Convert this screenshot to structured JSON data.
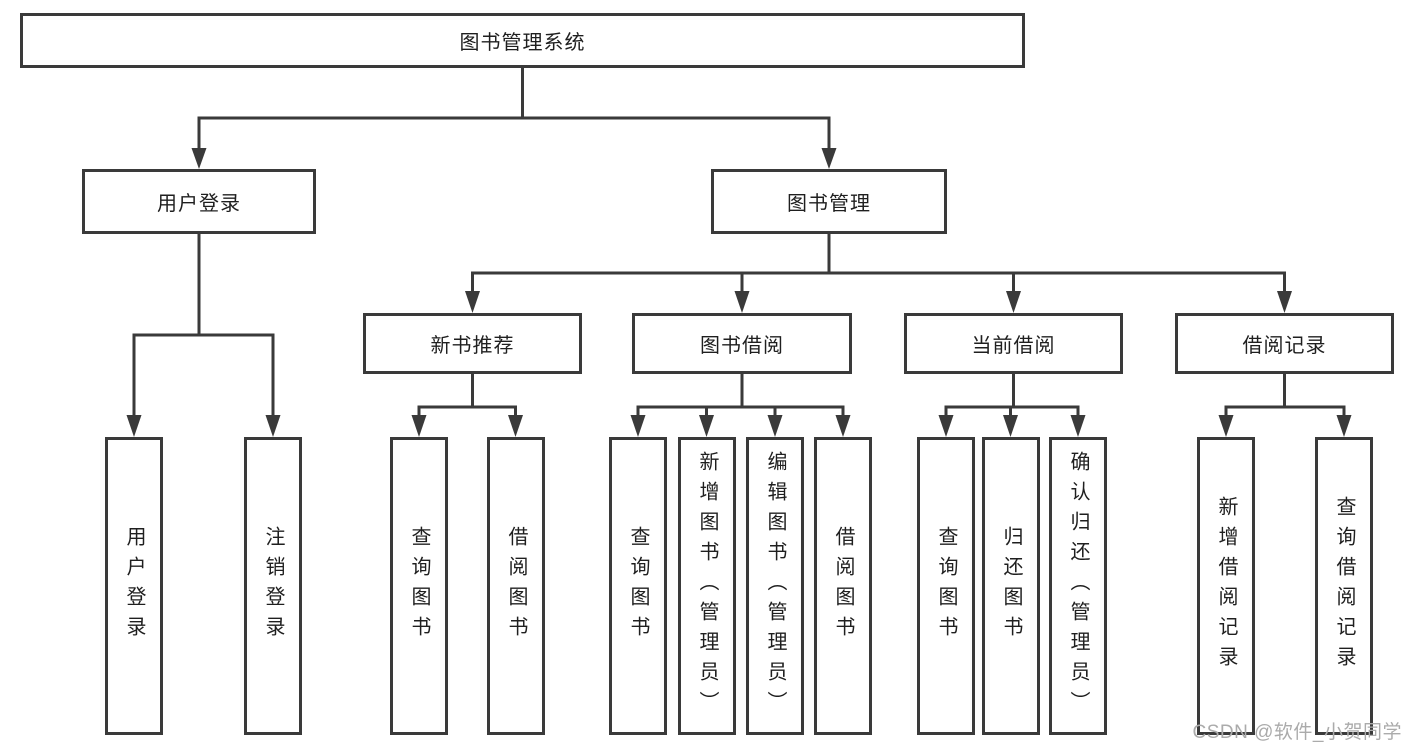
{
  "nodes": {
    "root": "图书管理系统",
    "user_login": "用户登录",
    "book_mgmt": "图书管理",
    "new_book_rec": "新书推荐",
    "book_borrow": "图书借阅",
    "current_borrow": "当前借阅",
    "borrow_record": "借阅记录",
    "leaf_user_login": "用户登录",
    "leaf_logout": "注销登录",
    "leaf_query_book_rec": "查询图书",
    "leaf_borrow_book_rec": "借阅图书",
    "leaf_query_book_borrow": "查询图书",
    "leaf_add_book_admin": "新增图书（管理员）",
    "leaf_edit_book_admin": "编辑图书（管理员）",
    "leaf_borrow_book_borrow": "借阅图书",
    "leaf_query_book_current": "查询图书",
    "leaf_return_book": "归还图书",
    "leaf_confirm_return_admin": "确认归还（管理员）",
    "leaf_add_borrow_record": "新增借阅记录",
    "leaf_query_borrow_record": "查询借阅记录"
  },
  "hierarchy": {
    "图书管理系统": [
      "用户登录",
      "图书管理"
    ],
    "用户登录": [
      "用户登录",
      "注销登录"
    ],
    "图书管理": [
      "新书推荐",
      "图书借阅",
      "当前借阅",
      "借阅记录"
    ],
    "新书推荐": [
      "查询图书",
      "借阅图书"
    ],
    "图书借阅": [
      "查询图书",
      "新增图书（管理员）",
      "编辑图书（管理员）",
      "借阅图书"
    ],
    "当前借阅": [
      "查询图书",
      "归还图书",
      "确认归还（管理员）"
    ],
    "借阅记录": [
      "新增借阅记录",
      "查询借阅记录"
    ]
  },
  "watermark": "CSDN @软件_小贺同学",
  "colors": {
    "line": "#3a3a3a",
    "box_border": "#3a3a3a",
    "box_fill": "#ffffff",
    "text": "#1f1f1f",
    "watermark": "#ababab",
    "background": "#ffffff"
  }
}
